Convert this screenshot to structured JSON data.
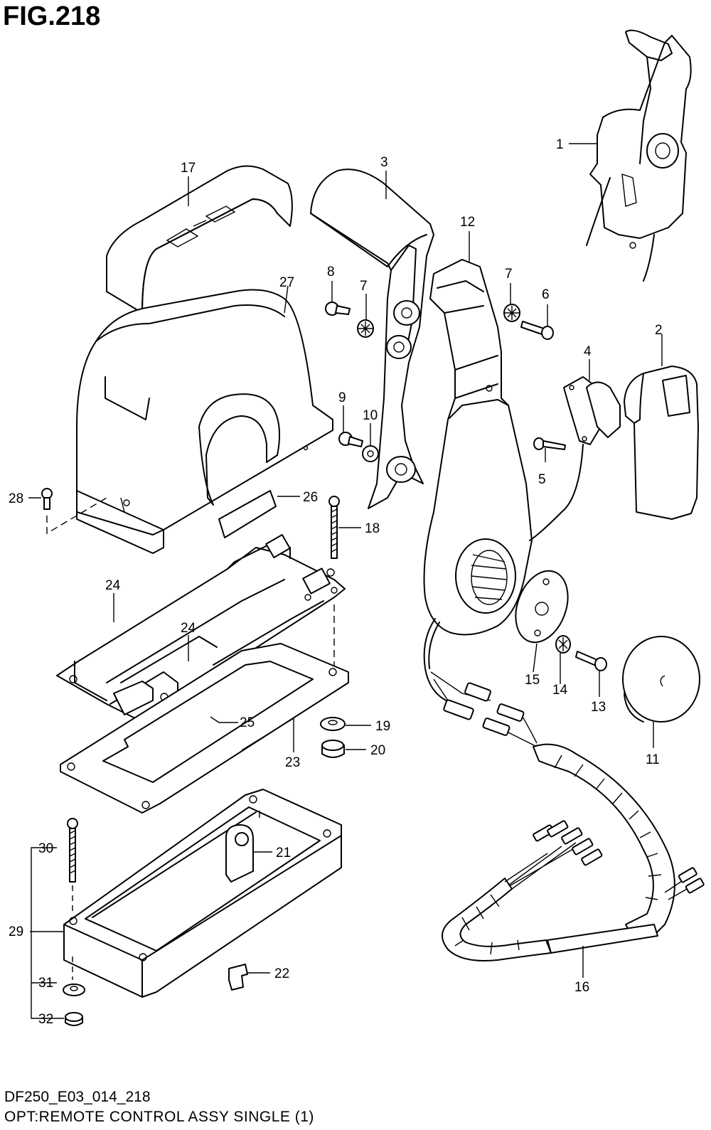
{
  "title": "FIG.218",
  "footer": {
    "code": "DF250_E03_014_218",
    "description": "OPT:REMOTE CONTROL ASSY SINGLE (1)"
  },
  "callouts": [
    {
      "id": "c1",
      "label": "1"
    },
    {
      "id": "c2",
      "label": "2"
    },
    {
      "id": "c3",
      "label": "3"
    },
    {
      "id": "c4",
      "label": "4"
    },
    {
      "id": "c5",
      "label": "5"
    },
    {
      "id": "c6",
      "label": "6"
    },
    {
      "id": "c7a",
      "label": "7"
    },
    {
      "id": "c7b",
      "label": "7"
    },
    {
      "id": "c8",
      "label": "8"
    },
    {
      "id": "c9",
      "label": "9"
    },
    {
      "id": "c10",
      "label": "10"
    },
    {
      "id": "c11",
      "label": "11"
    },
    {
      "id": "c12",
      "label": "12"
    },
    {
      "id": "c13",
      "label": "13"
    },
    {
      "id": "c14",
      "label": "14"
    },
    {
      "id": "c15",
      "label": "15"
    },
    {
      "id": "c16",
      "label": "16"
    },
    {
      "id": "c17",
      "label": "17"
    },
    {
      "id": "c18",
      "label": "18"
    },
    {
      "id": "c19",
      "label": "19"
    },
    {
      "id": "c20",
      "label": "20"
    },
    {
      "id": "c21",
      "label": "21"
    },
    {
      "id": "c22",
      "label": "22"
    },
    {
      "id": "c23",
      "label": "23"
    },
    {
      "id": "c24a",
      "label": "24"
    },
    {
      "id": "c24b",
      "label": "24"
    },
    {
      "id": "c25",
      "label": "25"
    },
    {
      "id": "c26",
      "label": "26"
    },
    {
      "id": "c27",
      "label": "27"
    },
    {
      "id": "c28",
      "label": "28"
    },
    {
      "id": "c29",
      "label": "29"
    },
    {
      "id": "c30",
      "label": "30"
    },
    {
      "id": "c31",
      "label": "31"
    },
    {
      "id": "c32",
      "label": "32"
    }
  ]
}
